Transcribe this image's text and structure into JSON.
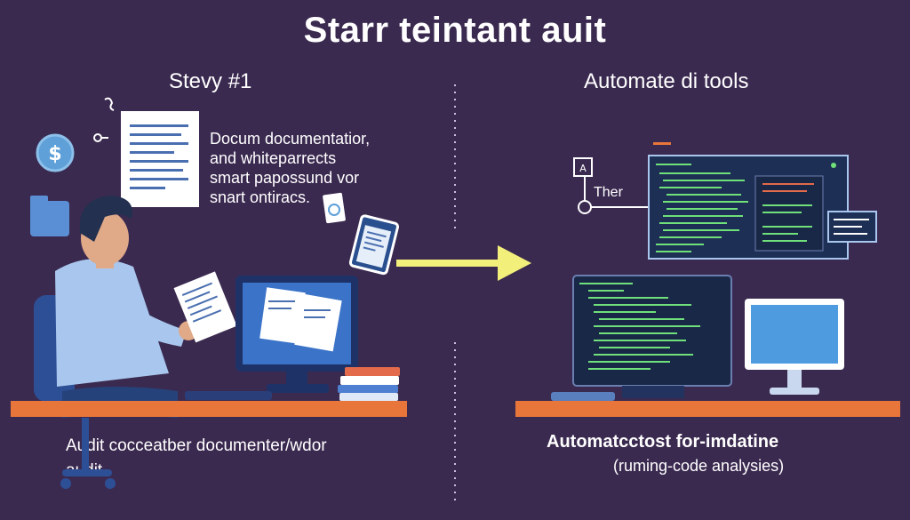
{
  "header": {
    "title": "Starr teintant auit"
  },
  "left": {
    "step_title": "Stevy #1",
    "description": [
      "Docum documentatior,",
      "and whiteparrects",
      "smart papossund vor",
      "snart ontiracs."
    ],
    "caption": [
      "Audit cocceatber documenter/wdor",
      "audit"
    ]
  },
  "right": {
    "step_title": "Automate di tools",
    "node_label": "Ther",
    "caption_title": "Automatcctost for-imdatine",
    "caption_sub": "(ruming-code analysies)"
  },
  "colors": {
    "background": "#3b2a50",
    "desk": "#e8763a",
    "arrow": "#f2ef7a",
    "screen": "#3a73c8",
    "code_panel": "#1e2f55",
    "code_text": "#6fe07a"
  },
  "icons": [
    "dollar-coin-icon",
    "folder-icon",
    "key-icon",
    "document-icon",
    "clipboard-icon",
    "arrow-right-icon",
    "person-icon",
    "monitor-icon",
    "book-stack-icon",
    "code-window-icon"
  ]
}
